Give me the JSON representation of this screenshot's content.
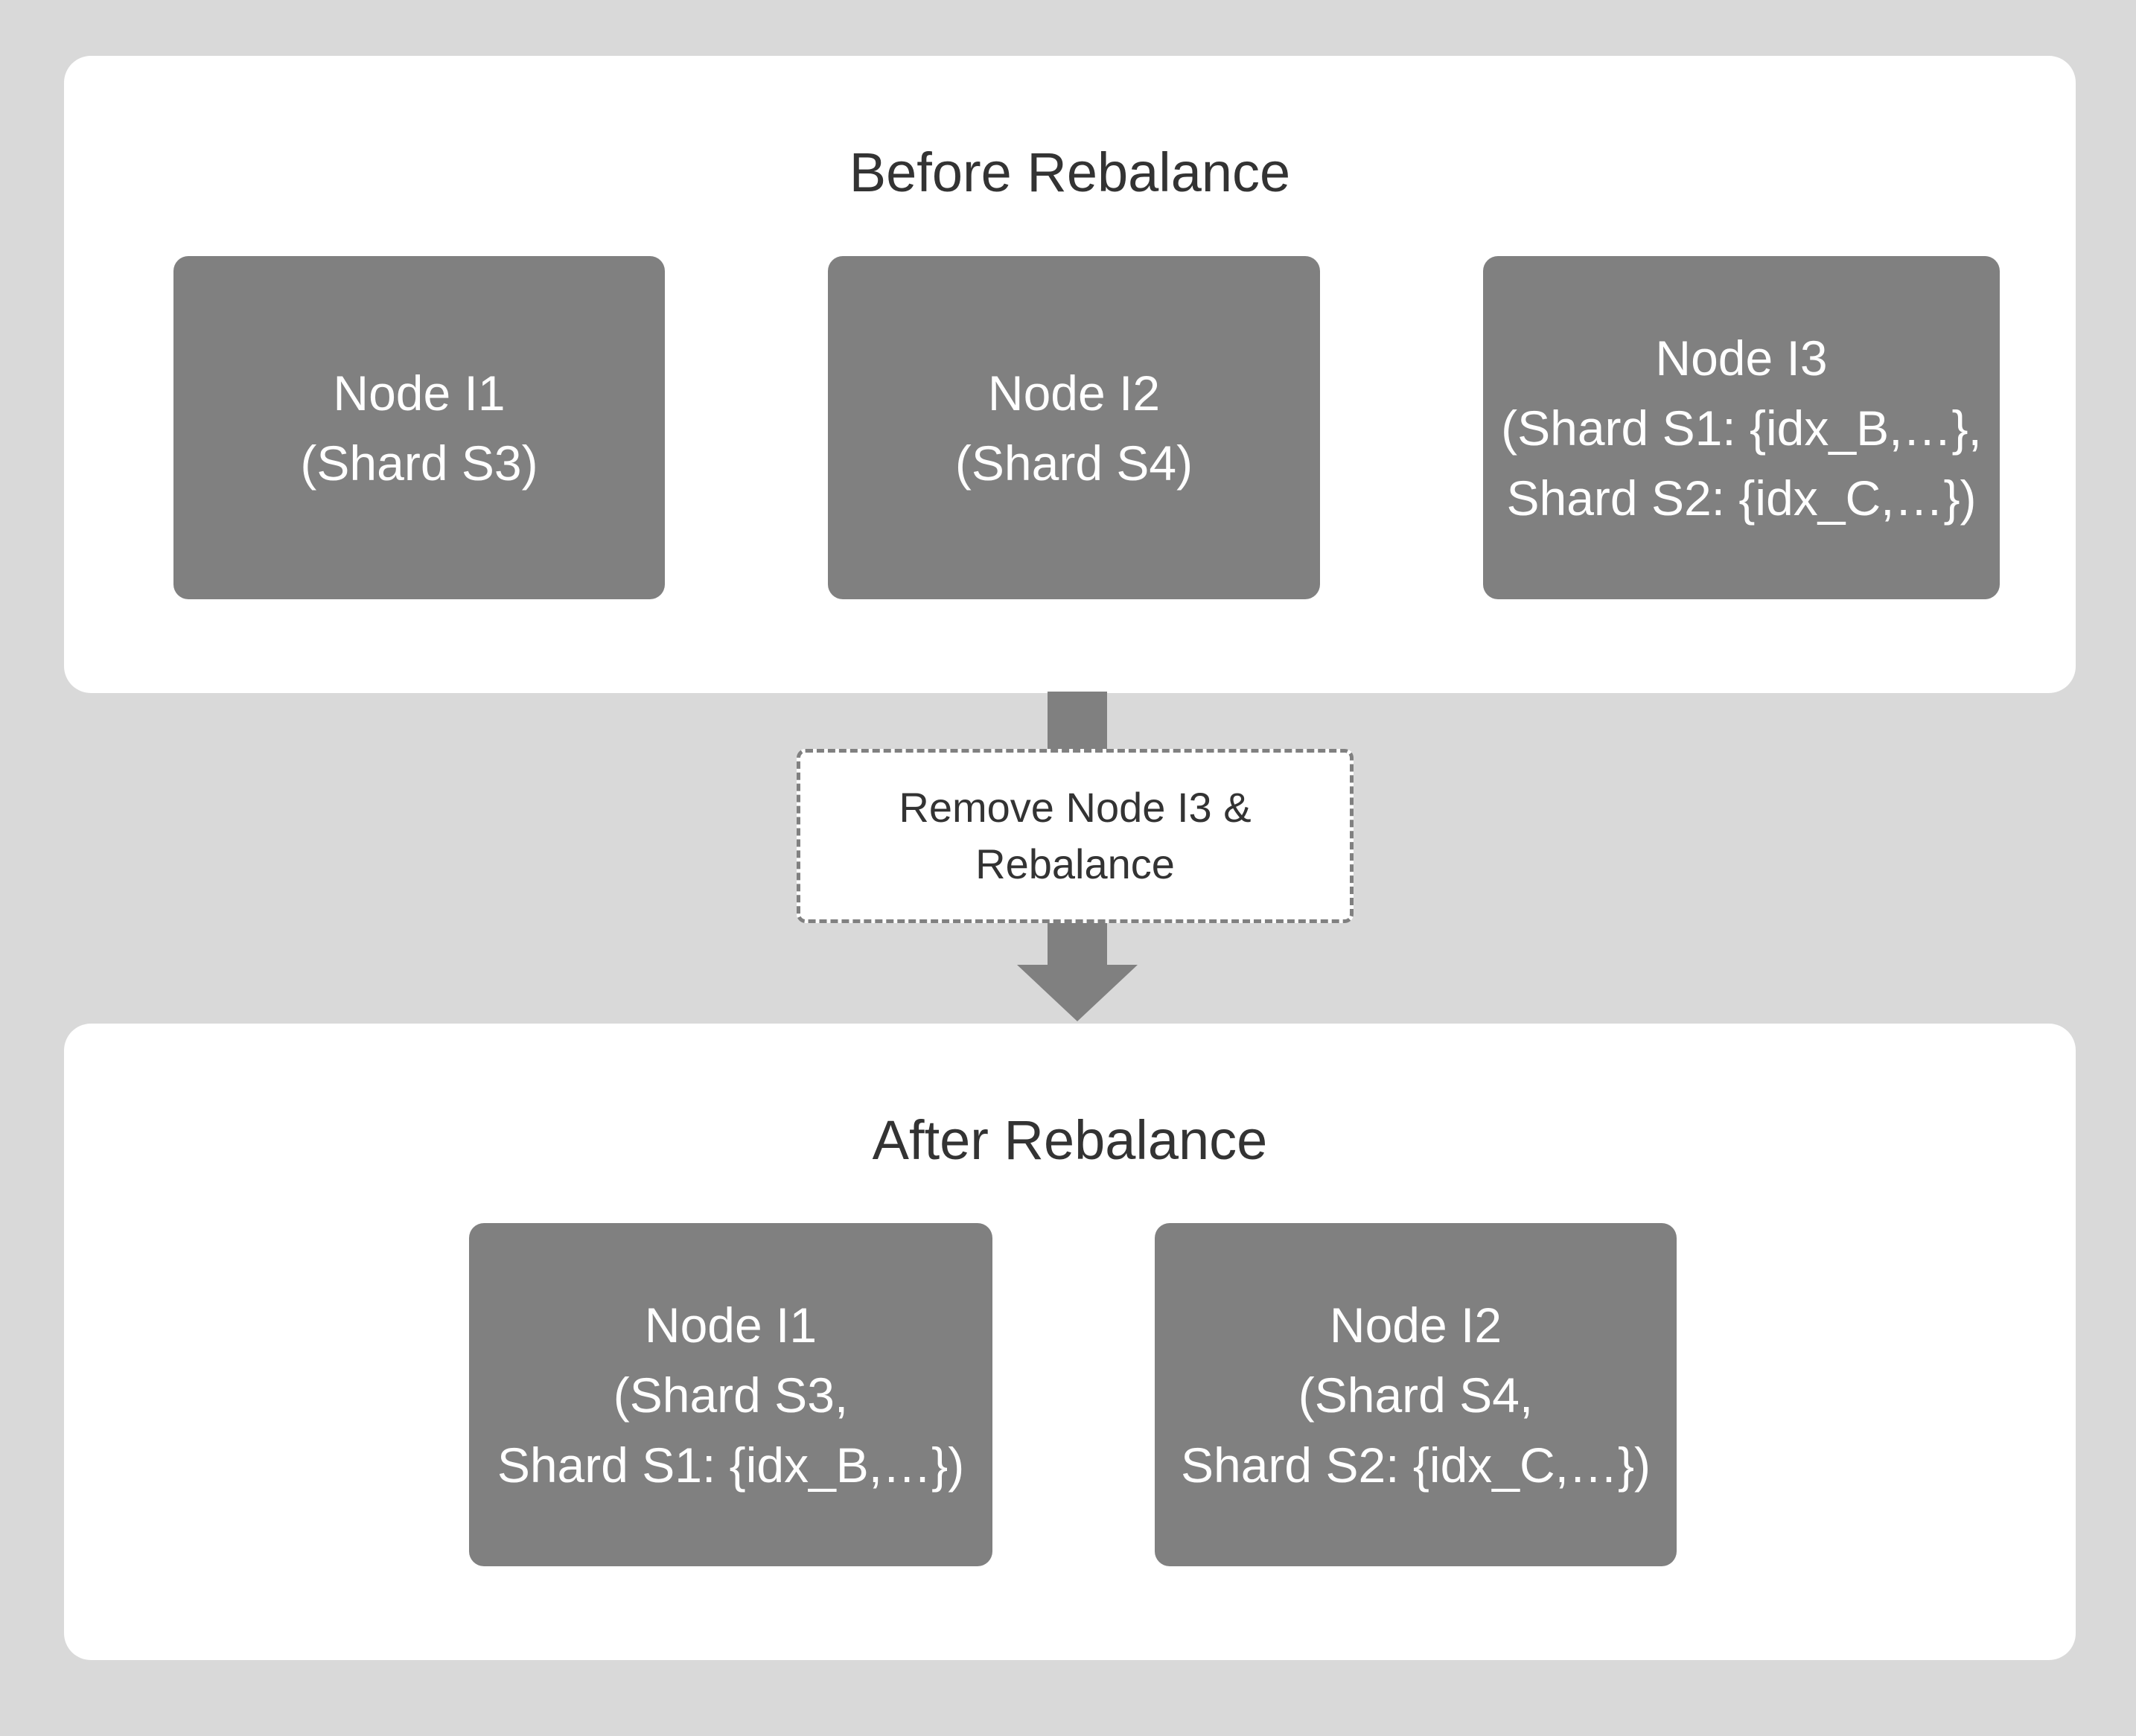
{
  "before": {
    "title": "Before Rebalance",
    "nodes": [
      {
        "lines": [
          "Node I1",
          "(Shard S3)"
        ]
      },
      {
        "lines": [
          "Node I2",
          "(Shard S4)"
        ]
      },
      {
        "lines": [
          "Node I3",
          "(Shard S1: {idx_B,…},",
          "Shard S2: {idx_C,…})"
        ]
      }
    ]
  },
  "step": {
    "lines": [
      "Remove Node I3 &",
      "Rebalance"
    ]
  },
  "after": {
    "title": "After Rebalance",
    "nodes": [
      {
        "lines": [
          "Node I1",
          "(Shard S3,",
          "Shard S1: {idx_B,…})"
        ]
      },
      {
        "lines": [
          "Node I2",
          "(Shard S4,",
          "Shard S2: {idx_C,…})"
        ]
      }
    ]
  },
  "colors": {
    "background": "#d9d9d9",
    "panel": "#ffffff",
    "node": "#808080",
    "node_text": "#ffffff",
    "title_text": "#333333"
  }
}
